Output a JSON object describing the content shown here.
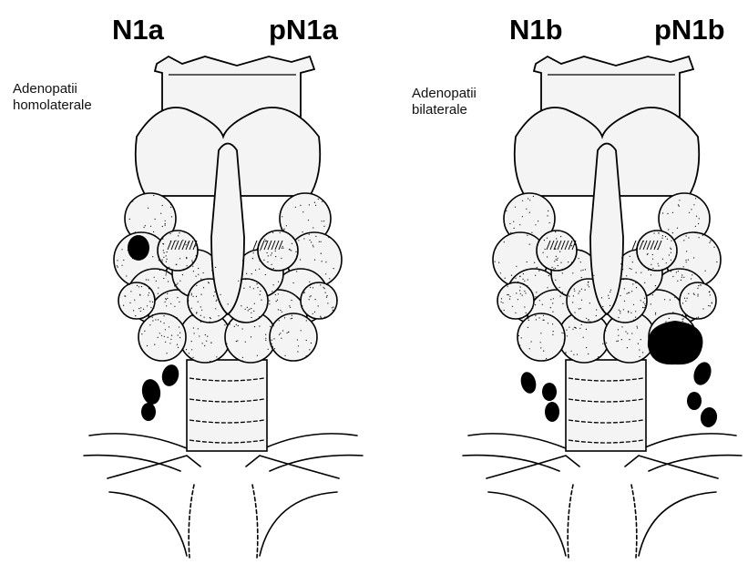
{
  "panels": [
    {
      "stage_label": "N1a",
      "path_label": "pN1a",
      "note_line1": "Adenopatii",
      "note_line2": "homolaterale"
    },
    {
      "stage_label": "N1b",
      "path_label": "pN1b",
      "note_line1": "Adenopatii",
      "note_line2": "bilaterale"
    }
  ],
  "colors": {
    "ink": "#000000",
    "gland_fill": "#f4f4f4",
    "lymph_node": "#000000"
  }
}
